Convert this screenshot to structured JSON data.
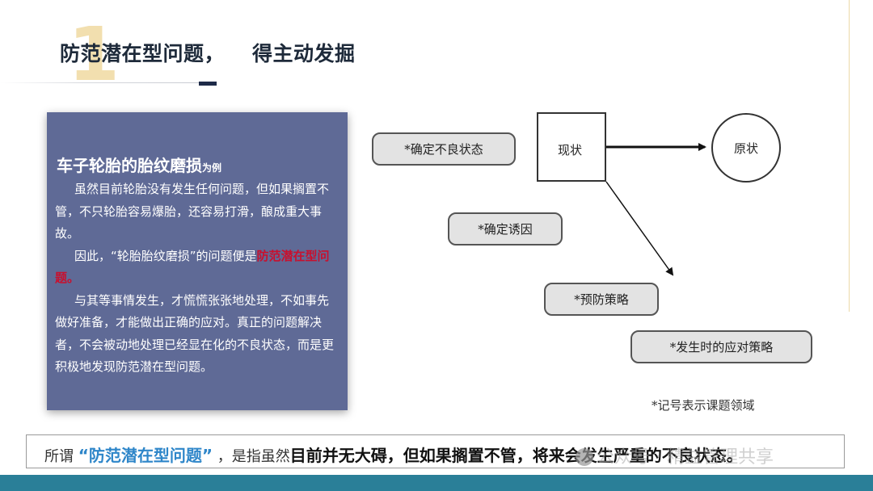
{
  "header": {
    "number": "1",
    "title_part1": "防范潜在型问题，",
    "title_part2": "得主动发掘"
  },
  "example": {
    "title": "车子轮胎的胎纹磨损",
    "title_suffix": "为例",
    "para1": "虽然目前轮胎没有发生任何问题，但如果搁置不管，不只轮胎容易爆胎，还容易打滑，酿成重大事故。",
    "para2_prefix": "因此，“轮胎胎纹磨损”的问题便是",
    "para2_highlight": "防范潜在型问题。",
    "para3": "与其等事情发生，才慌慌张张地处理，不如事先做好准备，才能做出正确的应对。真正的问题解决者，不会被动地处理已经显在化的不良状态，而是更积极地发现防范潜在型问题。"
  },
  "diagram": {
    "pill_confirm_bad_state": "*确定不良状态",
    "pill_confirm_cause": "*确定诱因",
    "pill_prevention": "*预防策略",
    "pill_response": "*发生时的应对策略",
    "box_current": "现状",
    "circle_original": "原状",
    "note": "*记号表示课题领域"
  },
  "definition": {
    "prefix": "所谓",
    "term": "“防范潜在型问题”",
    "middle": "，是指虽然",
    "emphasis": "目前并无大碍，但如果搁置不管，将来会发生严重的不良状态。"
  },
  "watermark": "公众号 · 精益管理共享"
}
